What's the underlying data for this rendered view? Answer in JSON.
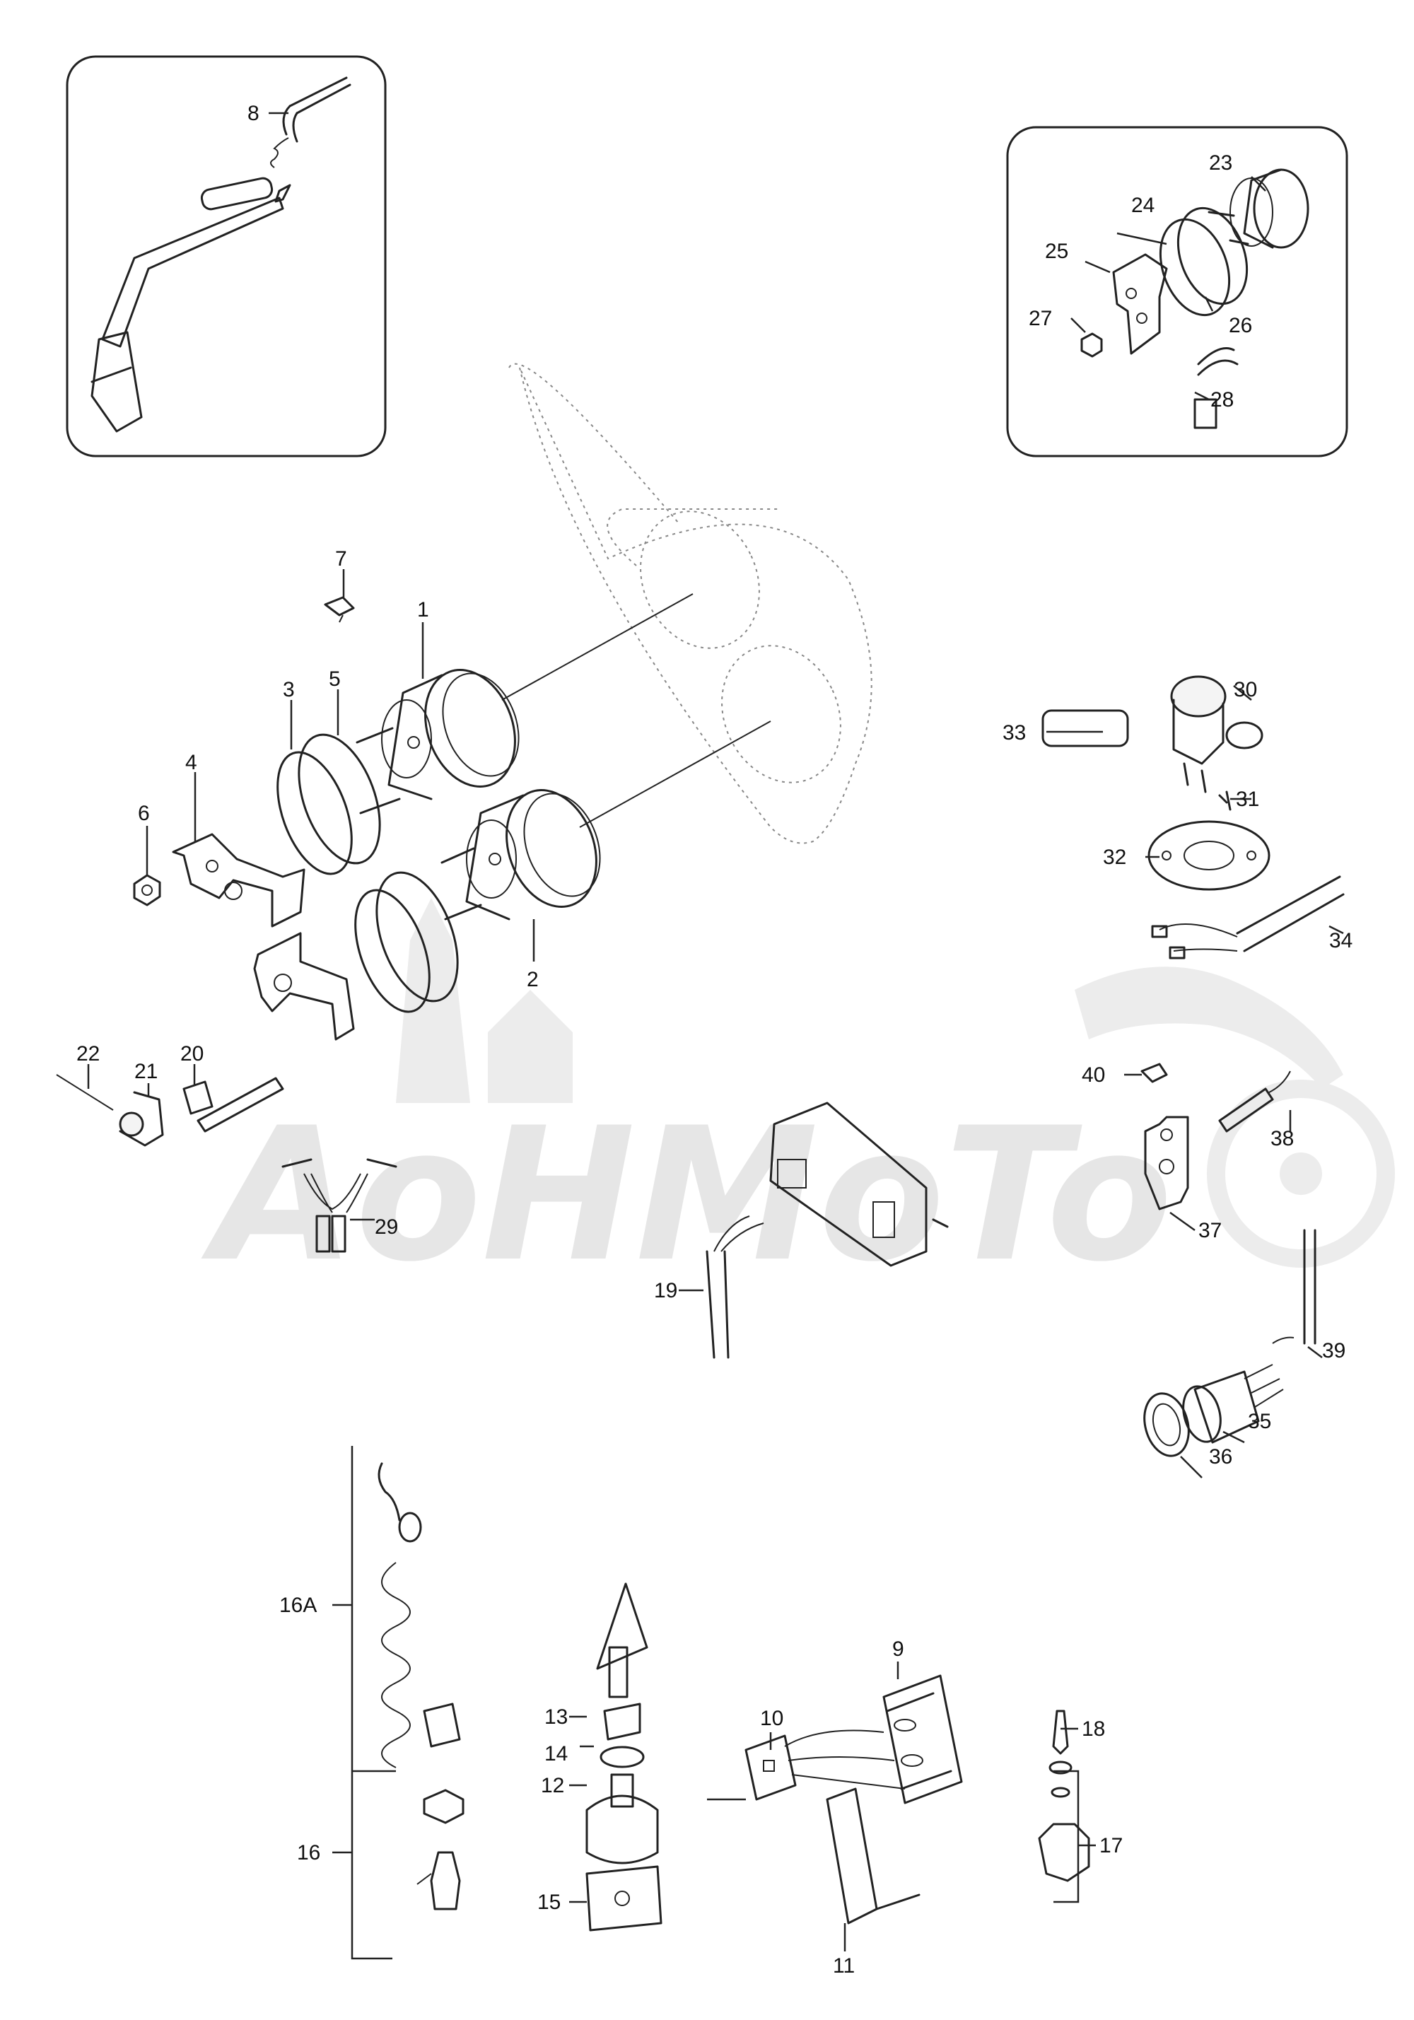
{
  "diagram": {
    "watermark_text": "AoHMoTo",
    "callouts": {
      "p1": "1",
      "p2": "2",
      "p3": "3",
      "p4": "4",
      "p5": "5",
      "p6": "6",
      "p7": "7",
      "p8": "8",
      "p9": "9",
      "p10": "10",
      "p11": "11",
      "p12": "12",
      "p13": "13",
      "p14": "14",
      "p15": "15",
      "p16": "16",
      "p16a": "16A",
      "p17": "17",
      "p18": "18",
      "p19": "19",
      "p20": "20",
      "p21": "21",
      "p22": "22",
      "p23": "23",
      "p24": "24",
      "p25": "25",
      "p26": "26",
      "p27": "27",
      "p28": "28",
      "p29": "29",
      "p30": "30",
      "p31": "31",
      "p32": "32",
      "p33": "33",
      "p34": "34",
      "p35": "35",
      "p36": "36",
      "p37": "37",
      "p38": "38",
      "p39": "39",
      "p40": "40"
    }
  }
}
